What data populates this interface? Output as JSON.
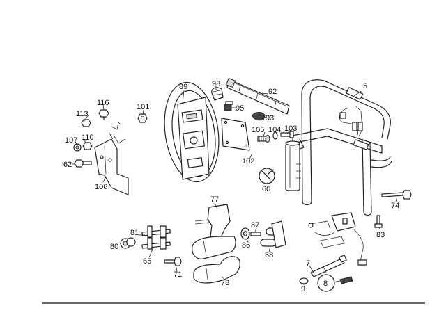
{
  "diagram": {
    "callouts": [
      {
        "id": "5",
        "text": "5"
      },
      {
        "id": "7",
        "text": "7"
      },
      {
        "id": "8",
        "text": "8"
      },
      {
        "id": "9",
        "text": "9"
      },
      {
        "id": "60",
        "text": "60"
      },
      {
        "id": "62",
        "text": "62"
      },
      {
        "id": "65",
        "text": "65"
      },
      {
        "id": "68",
        "text": "68"
      },
      {
        "id": "71",
        "text": "71"
      },
      {
        "id": "74",
        "text": "74"
      },
      {
        "id": "77",
        "text": "77"
      },
      {
        "id": "78",
        "text": "78"
      },
      {
        "id": "80",
        "text": "80"
      },
      {
        "id": "81",
        "text": "81"
      },
      {
        "id": "83",
        "text": "83"
      },
      {
        "id": "86",
        "text": "86"
      },
      {
        "id": "87",
        "text": "87"
      },
      {
        "id": "89",
        "text": "89"
      },
      {
        "id": "92",
        "text": "92"
      },
      {
        "id": "93",
        "text": "93"
      },
      {
        "id": "95",
        "text": "95"
      },
      {
        "id": "98",
        "text": "98"
      },
      {
        "id": "101",
        "text": "101"
      },
      {
        "id": "102",
        "text": "102"
      },
      {
        "id": "103",
        "text": "103"
      },
      {
        "id": "104",
        "text": "104"
      },
      {
        "id": "105",
        "text": "105"
      },
      {
        "id": "106",
        "text": "106"
      },
      {
        "id": "107",
        "text": "107"
      },
      {
        "id": "110",
        "text": "110"
      },
      {
        "id": "113",
        "text": "113"
      },
      {
        "id": "116",
        "text": "116"
      }
    ]
  }
}
